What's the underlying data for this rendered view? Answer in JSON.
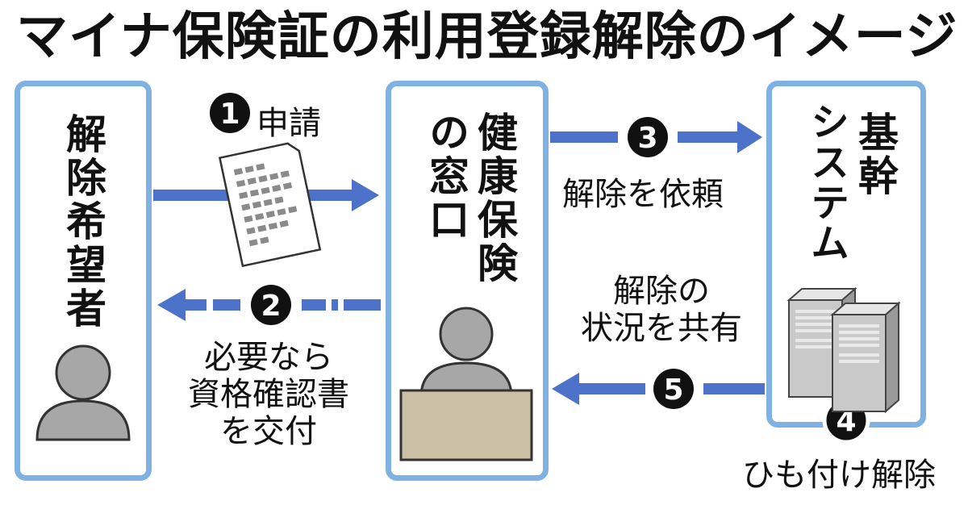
{
  "title": "マイナ保険証の利用登録解除のイメージ",
  "nodes": {
    "applicant": "解除希望者",
    "insurer_line1": "健康保険",
    "insurer_line2": "の窓口",
    "system_line1": "基幹",
    "system_line2": "システム"
  },
  "steps": [
    {
      "num": "1",
      "label": "申請"
    },
    {
      "num": "2",
      "label_lines": [
        "必要なら",
        "資格確認書",
        "を交付"
      ]
    },
    {
      "num": "3",
      "label": "解除を依頼"
    },
    {
      "num": "4",
      "label": "ひも付け解除"
    },
    {
      "num": "5",
      "label_lines": [
        "解除の",
        "状況を共有"
      ]
    }
  ],
  "colors": {
    "arrow": "#4c72c9",
    "box_border": "#7fb2e3",
    "person": "#a7a7a7",
    "desk": "#cbbfa6",
    "badge": "#111111"
  },
  "icons": [
    "document-icon",
    "person-icon",
    "person-at-desk-icon",
    "server-icon"
  ]
}
